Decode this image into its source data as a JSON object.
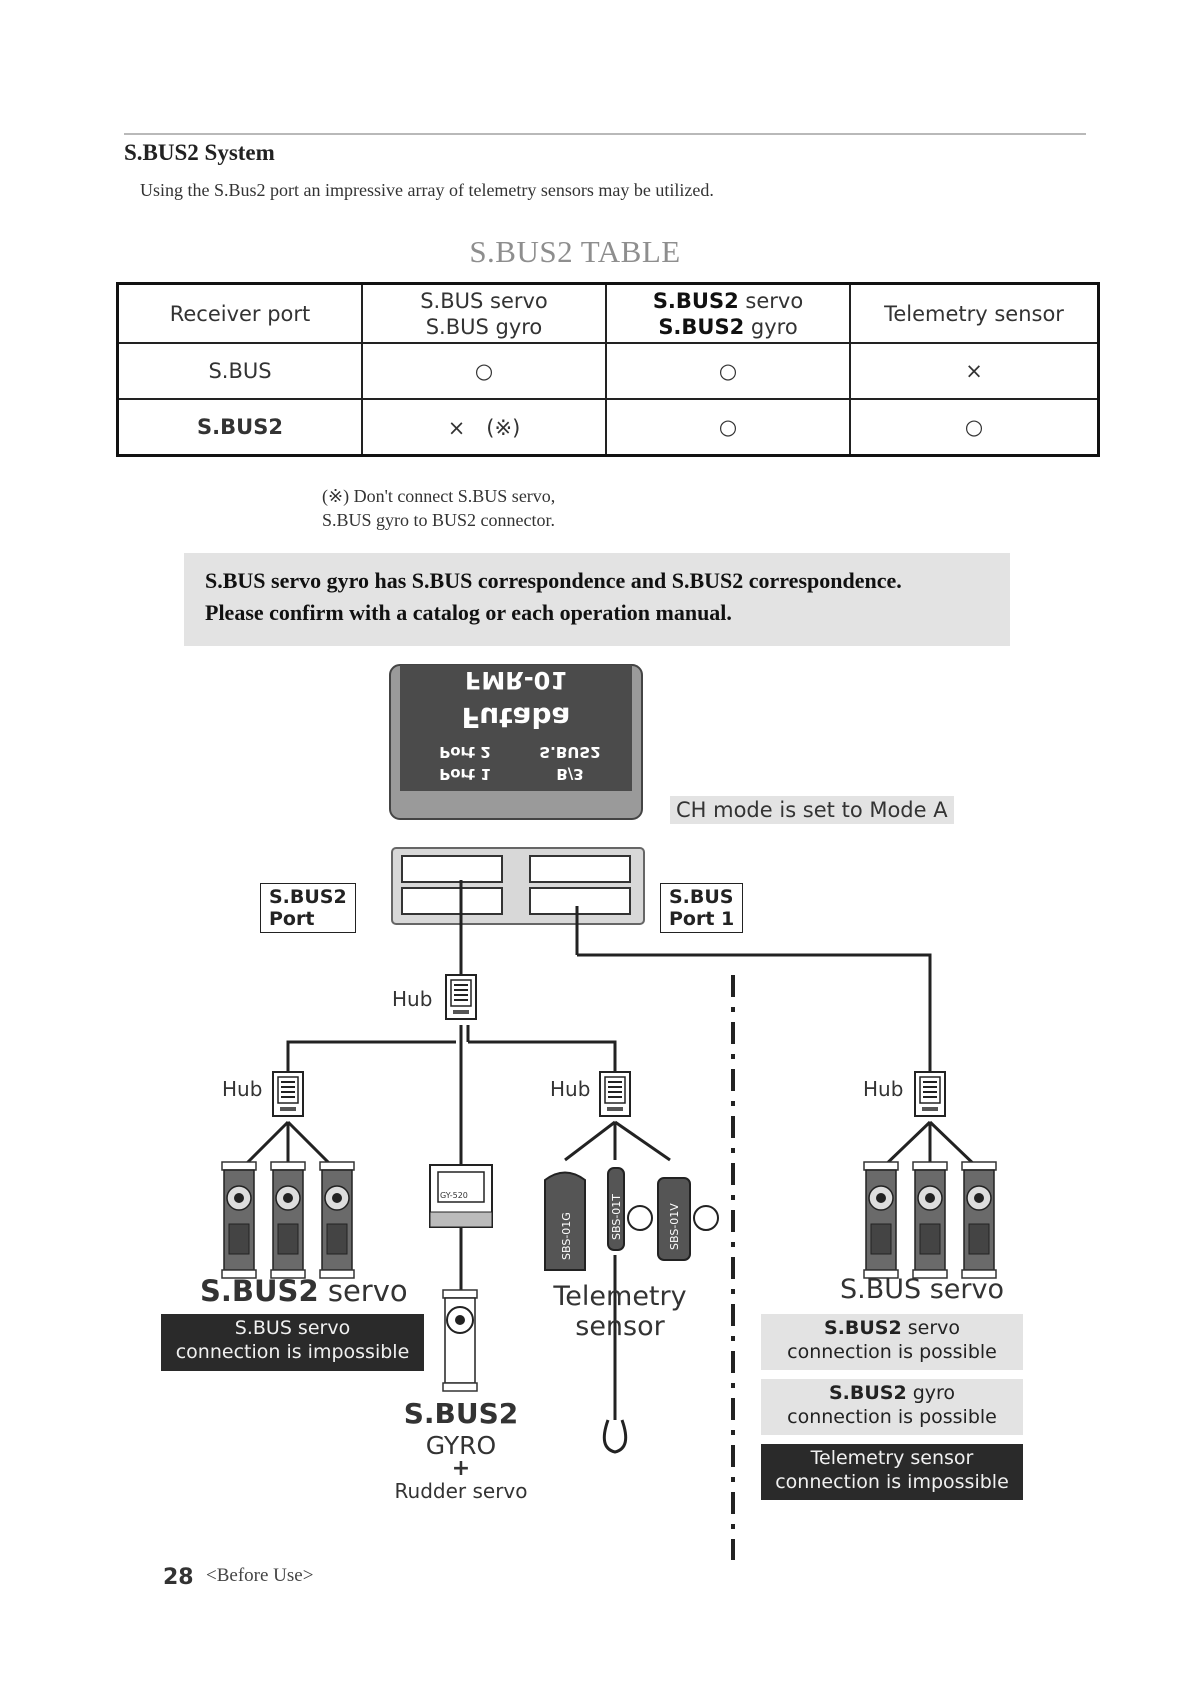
{
  "section": {
    "heading": "S.BUS2 System",
    "intro": "Using the S.Bus2 port an impressive array of telemetry sensors may be utilized."
  },
  "table": {
    "title": "S.BUS2 TABLE",
    "header": {
      "port": "Receiver port",
      "sbus_servo": "S.BUS servo",
      "sbus_gyro": "S.BUS gyro",
      "sbus2_bold": "S.BUS2",
      "servo_word": " servo",
      "gyro_word": " gyro",
      "telemetry": "Telemetry sensor"
    },
    "rows": [
      {
        "port": "S.BUS",
        "c1": "○",
        "c2": "○",
        "c3": "×"
      },
      {
        "port": "S.BUS2",
        "c1": "×　(※)",
        "c2": "○",
        "c3": "○"
      }
    ]
  },
  "note": {
    "line1": "(※)  Don't connect S.BUS servo,",
    "line2": "S.BUS gyro to BUS2 connector."
  },
  "banner": {
    "line1": "S.BUS servo gyro has S.BUS correspondence and S.BUS2 correspondence.",
    "line2": "Please confirm with a catalog or each operation manual."
  },
  "diagram": {
    "receiver": {
      "brand": "Futaba",
      "model": "FMR-01",
      "port_sbus2": "S.BUS2",
      "port_b3": "B/3",
      "port2": "Port 2",
      "port1": "Port 1"
    },
    "ch_mode": "CH mode is set to Mode A",
    "sbus2_port_label": {
      "line1": "S.BUS2",
      "line2": "Port"
    },
    "sbus_port_label": {
      "line1": "S.BUS",
      "line2": "Port 1"
    },
    "hub": "Hub",
    "sensor_labels": [
      "SBS-01G",
      "SBS-01T",
      "SBS-01V"
    ],
    "gyro_body": "GY-520",
    "sbus2_servo": {
      "bold": "S.BUS2",
      "rest": " servo"
    },
    "sbus2_servo_note": {
      "line1": "S.BUS servo",
      "line2": "connection is impossible"
    },
    "gyro": {
      "bold": "S.BUS2",
      "line2": "GYRO",
      "plus": "+",
      "line3": "Rudder servo"
    },
    "telemetry": {
      "line1": "Telemetry",
      "line2": "sensor"
    },
    "sbus_servo": "S.BUS servo",
    "notes_right": [
      {
        "bold": "S.BUS2",
        "rest": " servo",
        "line2": "connection is possible"
      },
      {
        "bold": "S.BUS2",
        "rest": " gyro",
        "line2": "connection is possible"
      },
      {
        "line1": "Telemetry sensor",
        "line2": "connection is impossible"
      }
    ]
  },
  "footer": {
    "page": "28",
    "section": "<Before Use>"
  }
}
